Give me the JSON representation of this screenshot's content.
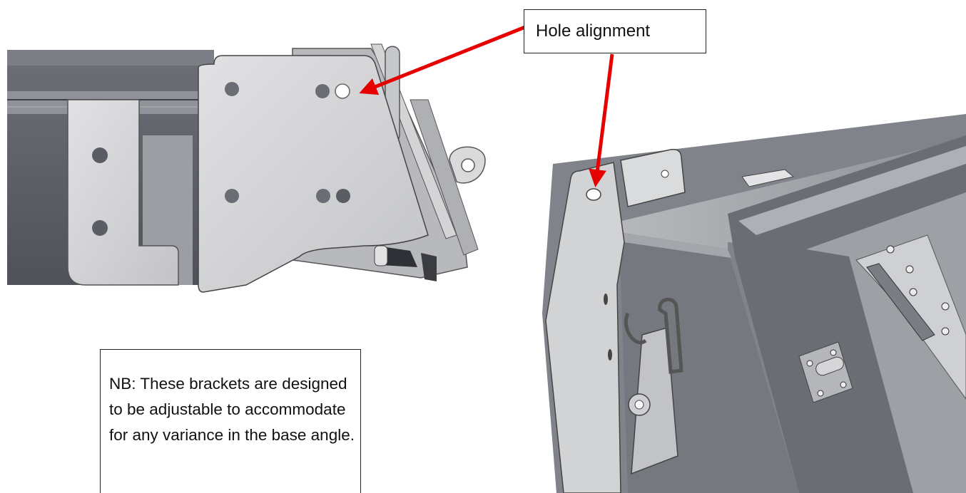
{
  "callouts": {
    "hole_alignment": "Hole alignment",
    "note": "NB: These brackets are designed to be adjustable to accommodate for any variance in the base angle."
  },
  "colors": {
    "steel_dark": "#5e6168",
    "steel_mid": "#8a8d93",
    "steel_light": "#c9cacd",
    "plate": "#d6d6d8",
    "arrow": "#e60000"
  },
  "icons": {
    "arrow_to_left_bracket": "red-arrow",
    "arrow_to_right_bracket": "red-arrow"
  }
}
